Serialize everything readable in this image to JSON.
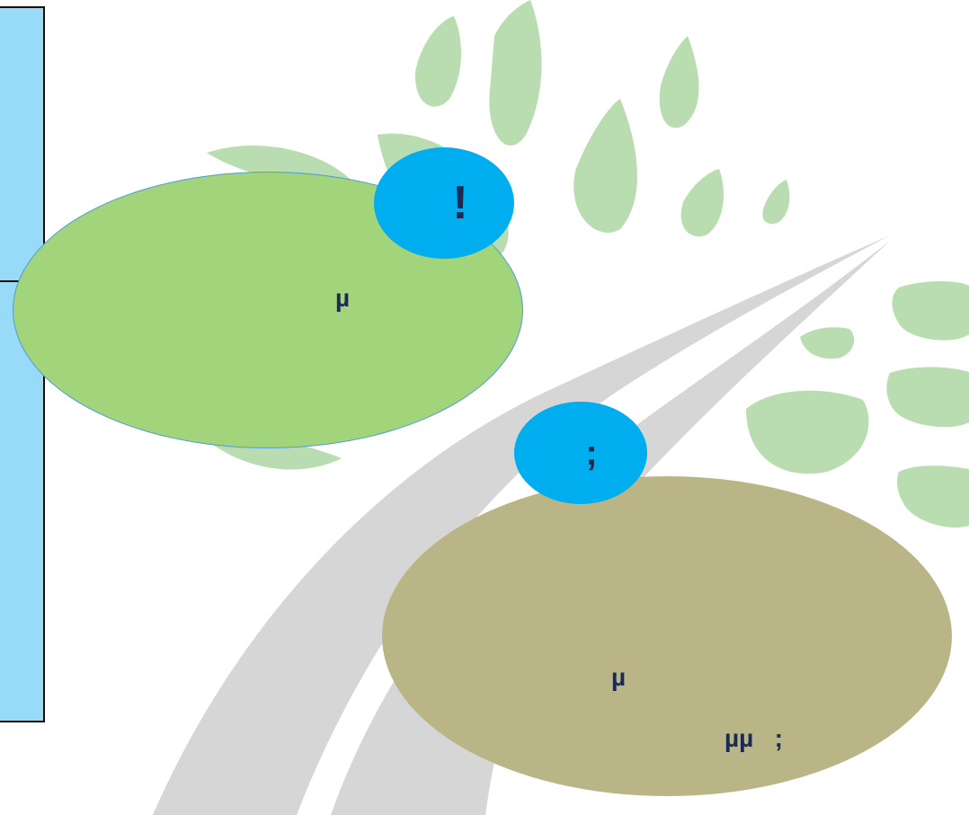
{
  "diagram": {
    "top_callout": {
      "badge_text": "!",
      "body_text": "µ"
    },
    "bottom_callout": {
      "badge_text": ";",
      "body_line_1": "µ",
      "body_line_2": "µµ   ;"
    }
  },
  "colors": {
    "side_panel": "#97dbf9",
    "green_ellipse": "#a2d47c",
    "khaki_ellipse": "#bab587",
    "badge": "#00adef",
    "text": "#1b2a52",
    "leaves": "#b9ddb0",
    "road": "#d6d6d6"
  },
  "decorations": {
    "background_icon": "leaves-and-road-watermark"
  }
}
